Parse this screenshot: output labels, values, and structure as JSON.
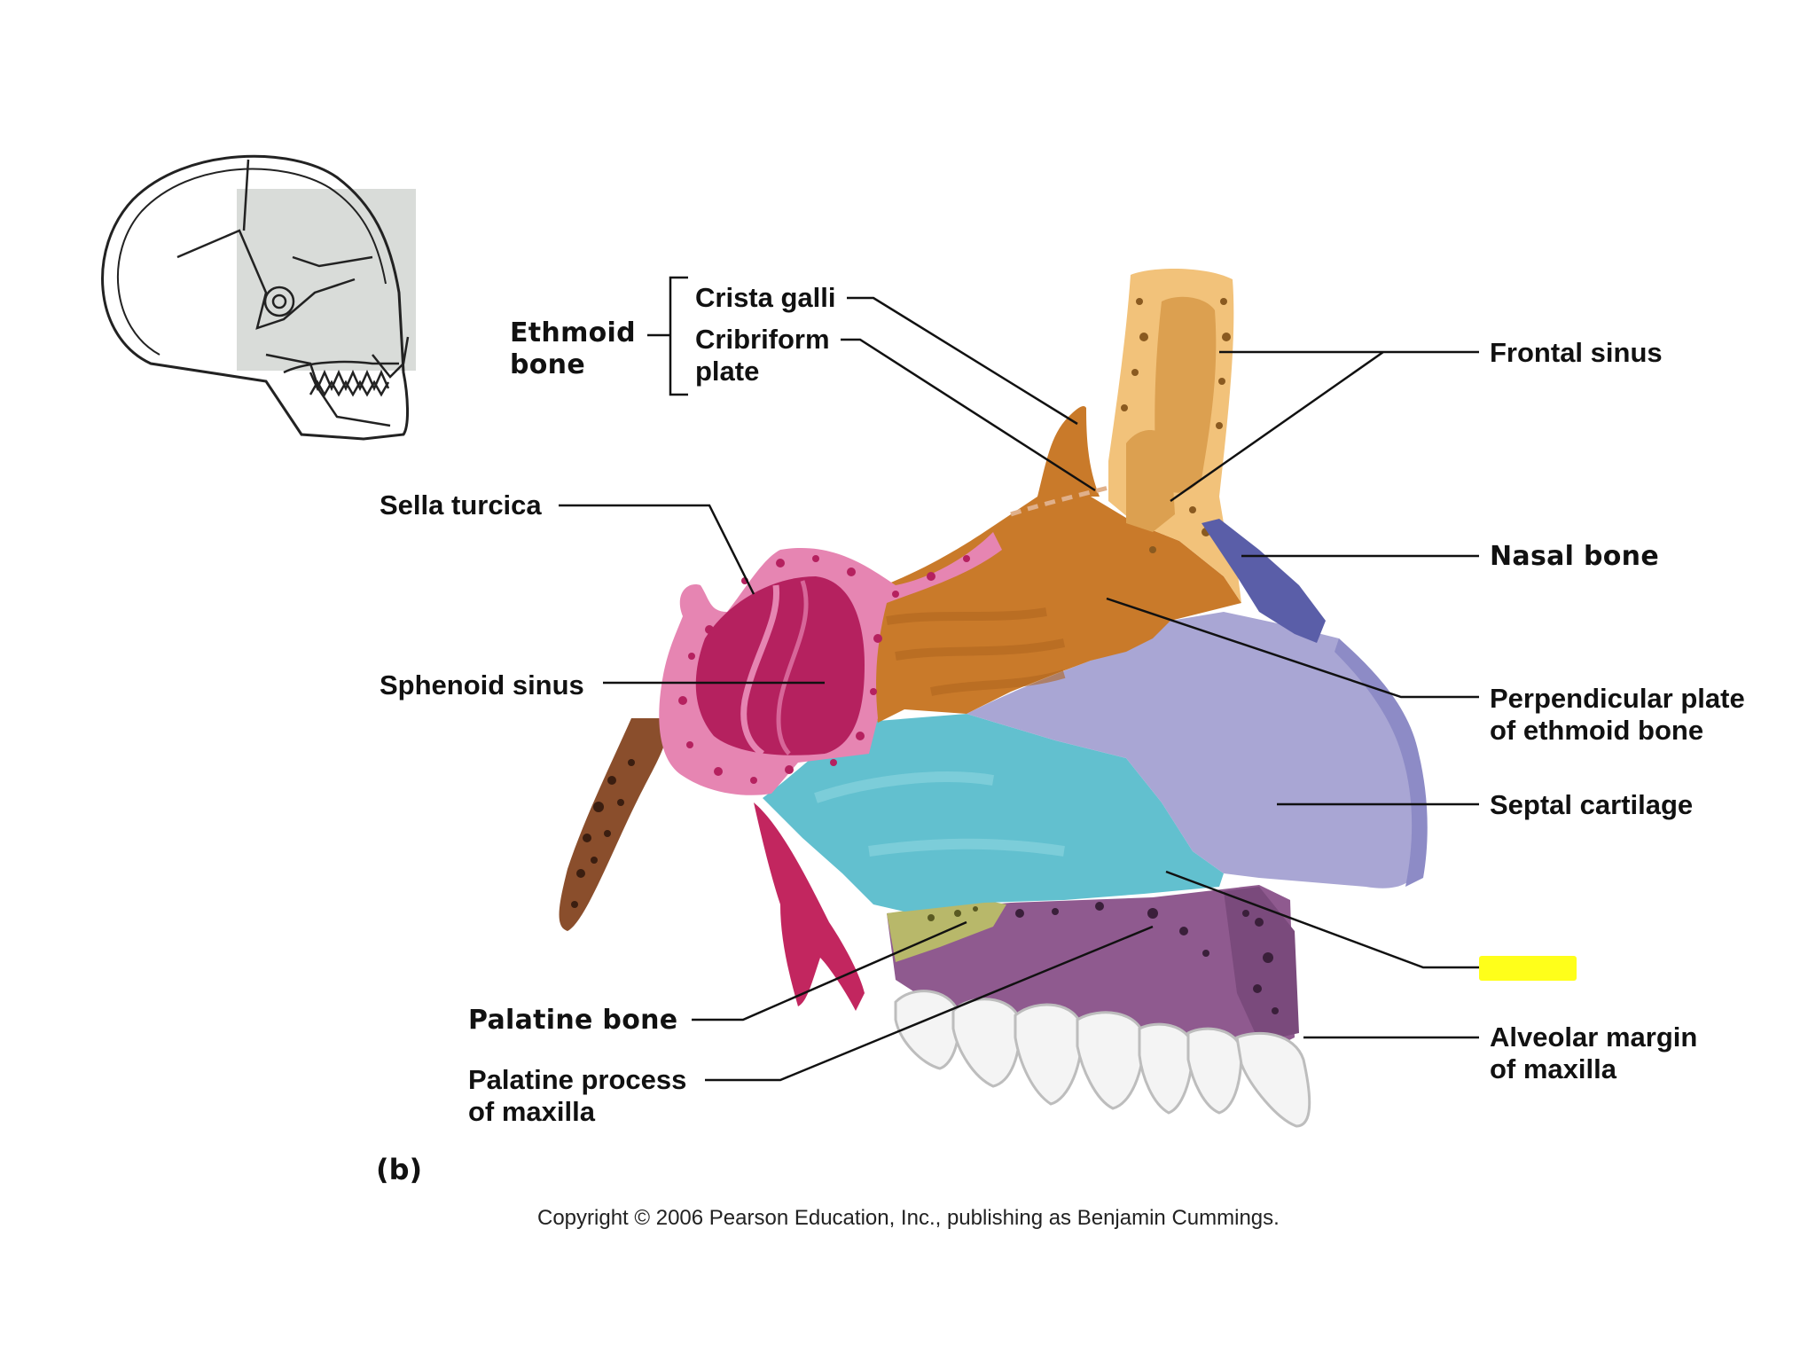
{
  "figure_label": "(b)",
  "copyright": "Copyright © 2006 Pearson Education, Inc., publishing as Benjamin Cummings.",
  "labels": {
    "ethmoid_bone": [
      "Ethmoid",
      "bone"
    ],
    "crista_galli": "Crista galli",
    "cribriform_plate": [
      "Cribriform",
      "plate"
    ],
    "frontal_sinus": "Frontal sinus",
    "sella_turcica": "Sella turcica",
    "nasal_bone": "Nasal bone",
    "sphenoid_sinus": "Sphenoid sinus",
    "perpendicular_plate": [
      "Perpendicular plate",
      "of ethmoid bone"
    ],
    "septal_cartilage": "Septal cartilage",
    "palatine_bone": "Palatine bone",
    "palatine_process": [
      "Palatine process",
      "of maxilla"
    ],
    "alveolar_margin": [
      "Alveolar margin",
      "of maxilla"
    ]
  },
  "highlight_color": "#ffff1a",
  "colors": {
    "frontal": "#f2c27a",
    "ethmoid": "#c97a2a",
    "nasal_bone": "#5a5ea8",
    "septal_cartilage": "#a9a6d4",
    "vomer": "#62c0cf",
    "sphenoid": "#b5215f",
    "sphenoid_rim": "#e685b2",
    "maxilla": "#8f5a8f",
    "palatine": "#b8b86a",
    "teeth": "#f4f4f4"
  }
}
